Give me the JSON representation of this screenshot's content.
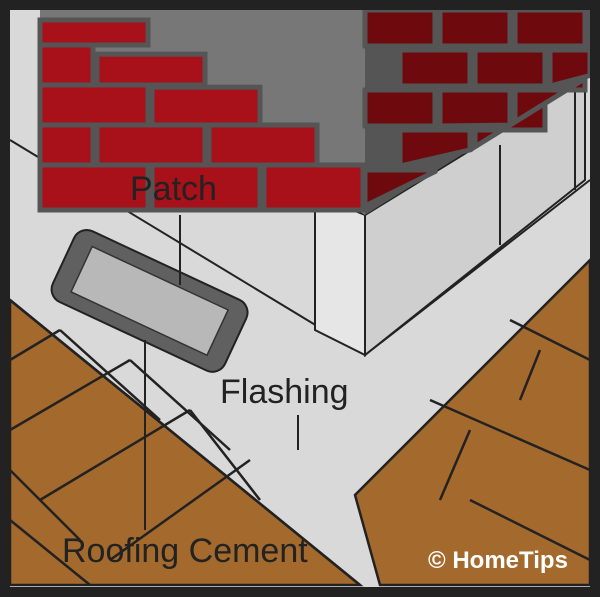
{
  "labels": {
    "patch": "Patch",
    "flashing": "Flashing",
    "roofing_cement": "Roofing Cement"
  },
  "watermark": "© HomeTips",
  "colors": {
    "brick_front": "#a8101a",
    "brick_side": "#6e0a0e",
    "mortar": "#777777",
    "flashing": "#d9d9d9",
    "shingle": "#a4692c",
    "patch_outer": "#606060",
    "patch_inner": "#b8b8b8"
  }
}
